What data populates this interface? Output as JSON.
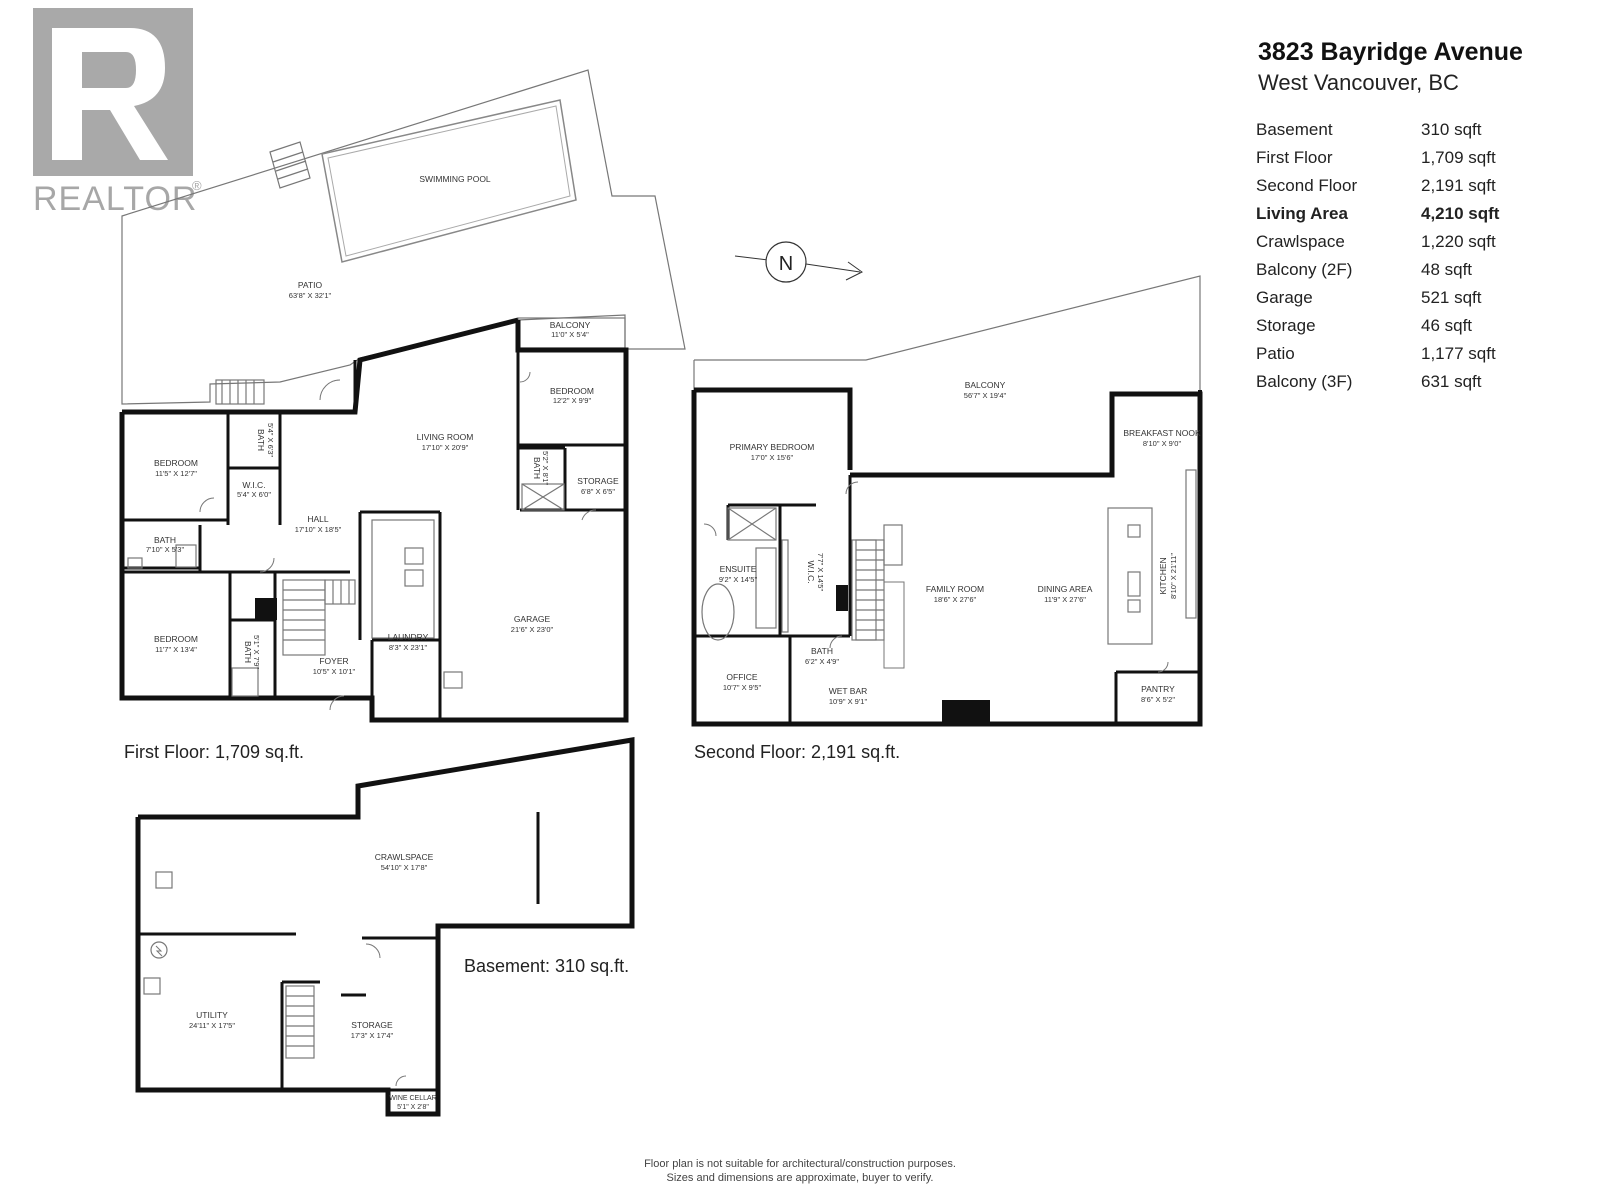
{
  "logo": {
    "text": "REALTOR",
    "mark": "®"
  },
  "address": {
    "street": "3823 Bayridge Avenue",
    "city": "West Vancouver, BC"
  },
  "areas": [
    {
      "name": "Basement",
      "value": "310 sqft",
      "bold": false
    },
    {
      "name": "First Floor",
      "value": "1,709 sqft",
      "bold": false
    },
    {
      "name": "Second Floor",
      "value": "2,191 sqft",
      "bold": false
    },
    {
      "name": "Living Area",
      "value": "4,210 sqft",
      "bold": true
    },
    {
      "name": "Crawlspace",
      "value": "1,220 sqft",
      "bold": false
    },
    {
      "name": "Balcony (2F)",
      "value": "48 sqft",
      "bold": false
    },
    {
      "name": "Garage",
      "value": "521 sqft",
      "bold": false
    },
    {
      "name": "Storage",
      "value": "46 sqft",
      "bold": false
    },
    {
      "name": "Patio",
      "value": "1,177 sqft",
      "bold": false
    },
    {
      "name": "Balcony (3F)",
      "value": "631 sqft",
      "bold": false
    }
  ],
  "compass": {
    "label": "N"
  },
  "floors": {
    "first": {
      "caption": "First Floor: 1,709 sq.ft.",
      "rooms": [
        {
          "name": "SWIMMING POOL",
          "dim": ""
        },
        {
          "name": "PATIO",
          "dim": "63'8\" X 32'1\""
        },
        {
          "name": "BALCONY",
          "dim": "11'0\" X 5'4\""
        },
        {
          "name": "BEDROOM",
          "dim": "12'2\" X 9'9\""
        },
        {
          "name": "LIVING ROOM",
          "dim": "17'10\" X 20'9\""
        },
        {
          "name": "BATH",
          "dim": "5'4\" X 6'3\""
        },
        {
          "name": "BEDROOM",
          "dim": "11'5\" X 12'7\""
        },
        {
          "name": "W.I.C.",
          "dim": "5'4\" X 6'0\""
        },
        {
          "name": "HALL",
          "dim": "17'10\" X 18'5\""
        },
        {
          "name": "BATH",
          "dim": "5'2\" X 8'1\""
        },
        {
          "name": "STORAGE",
          "dim": "6'8\" X 6'5\""
        },
        {
          "name": "BATH",
          "dim": "7'10\" X 5'3\""
        },
        {
          "name": "GARAGE",
          "dim": "21'6\" X 23'0\""
        },
        {
          "name": "BEDROOM",
          "dim": "11'7\" X 13'4\""
        },
        {
          "name": "BATH",
          "dim": "5'1\" X 7'9\""
        },
        {
          "name": "LAUNDRY",
          "dim": "8'3\" X 23'1\""
        },
        {
          "name": "FOYER",
          "dim": "10'5\" X 10'1\""
        }
      ]
    },
    "second": {
      "caption": "Second Floor: 2,191 sq.ft.",
      "rooms": [
        {
          "name": "BALCONY",
          "dim": "56'7\" X 19'4\""
        },
        {
          "name": "BREAKFAST NOOK",
          "dim": "8'10\" X 9'0\""
        },
        {
          "name": "PRIMARY BEDROOM",
          "dim": "17'0\" X 15'6\""
        },
        {
          "name": "ENSUITE",
          "dim": "9'2\" X 14'5\""
        },
        {
          "name": "W.I.C.",
          "dim": "7'7\" X 14'5\""
        },
        {
          "name": "FAMILY ROOM",
          "dim": "18'6\" X 27'6\""
        },
        {
          "name": "DINING AREA",
          "dim": "11'9\" X 27'6\""
        },
        {
          "name": "KITCHEN",
          "dim": "8'10\" X 21'11\""
        },
        {
          "name": "BATH",
          "dim": "6'2\" X 4'9\""
        },
        {
          "name": "OFFICE",
          "dim": "10'7\" X 9'5\""
        },
        {
          "name": "WET BAR",
          "dim": "10'9\" X 9'1\""
        },
        {
          "name": "PANTRY",
          "dim": "8'6\" X 5'2\""
        }
      ]
    },
    "basement": {
      "caption": "Basement: 310 sq.ft.",
      "rooms": [
        {
          "name": "CRAWLSPACE",
          "dim": "54'10\" X 17'8\""
        },
        {
          "name": "UTILITY",
          "dim": "24'11\" X 17'5\""
        },
        {
          "name": "STORAGE",
          "dim": "17'3\" X 17'4\""
        },
        {
          "name": "WINE CELLAR",
          "dim": "5'1\" X 2'8\""
        }
      ]
    }
  },
  "footer": {
    "line1": "Floor plan is not suitable for architectural/construction purposes.",
    "line2": "Sizes and dimensions are approximate, buyer to verify."
  }
}
